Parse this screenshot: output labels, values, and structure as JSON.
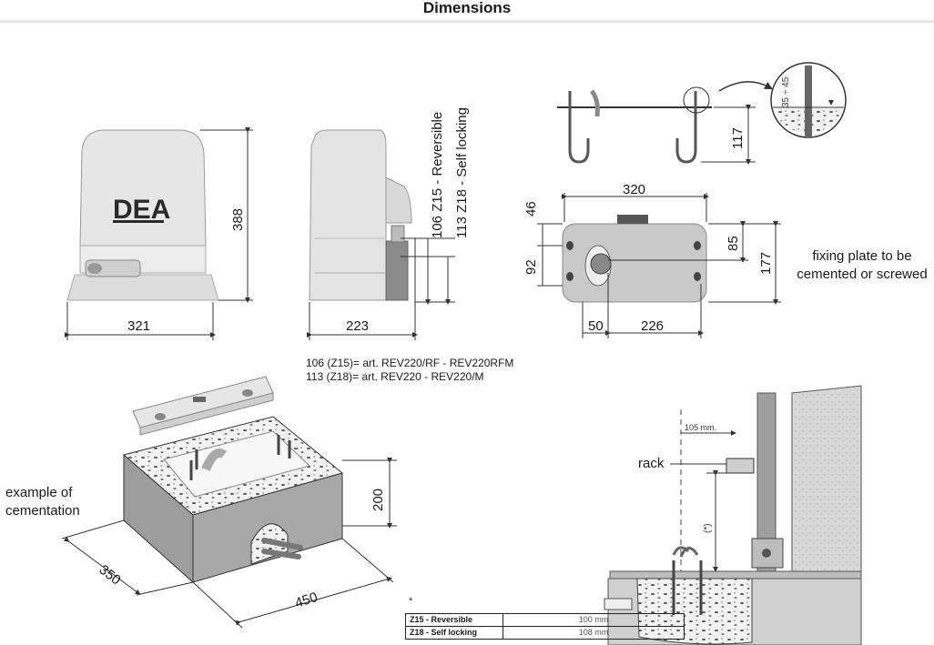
{
  "title": "Dimensions",
  "logo_text": "DEA",
  "front_view": {
    "width": "321",
    "height": "388"
  },
  "side_view": {
    "depth": "223",
    "rack_height_reversible": "106 Z15 - Reversible",
    "rack_height_self_locking": "113 Z18 - Self locking"
  },
  "articles": {
    "line1": "106 (Z15)=  art. REV220/RF - REV220RFM",
    "line2": "113 (Z18)=  art. REV220 - REV220/M"
  },
  "anchor_view": {
    "height": "117",
    "detail_range": "35 ÷ 45"
  },
  "plate_view": {
    "width": "320",
    "top_offset": "46",
    "hole_spacing": "92",
    "right_offset": "85",
    "total_height": "177",
    "left_offset": "50",
    "hole_distance": "226"
  },
  "plate_note": {
    "line1": "fixing plate to be",
    "line2": "cemented or screwed"
  },
  "cementation": {
    "label_line1": "example of",
    "label_line2": "cementation",
    "depth": "350",
    "length": "450",
    "height": "200"
  },
  "install": {
    "rack_label": "rack",
    "rack_offset": "105 mm.",
    "asterisk": "(*)",
    "footnote_mark": "*"
  },
  "legend": [
    {
      "key": "Z15 - Reversible",
      "value": "100 mm"
    },
    {
      "key": "Z18 - Self locking",
      "value": "108 mm"
    }
  ],
  "colors": {
    "housing": "#e9e9e9",
    "dimension_line": "#333333",
    "concrete": "#d4d4d4",
    "wall": "#cfcfcf"
  }
}
